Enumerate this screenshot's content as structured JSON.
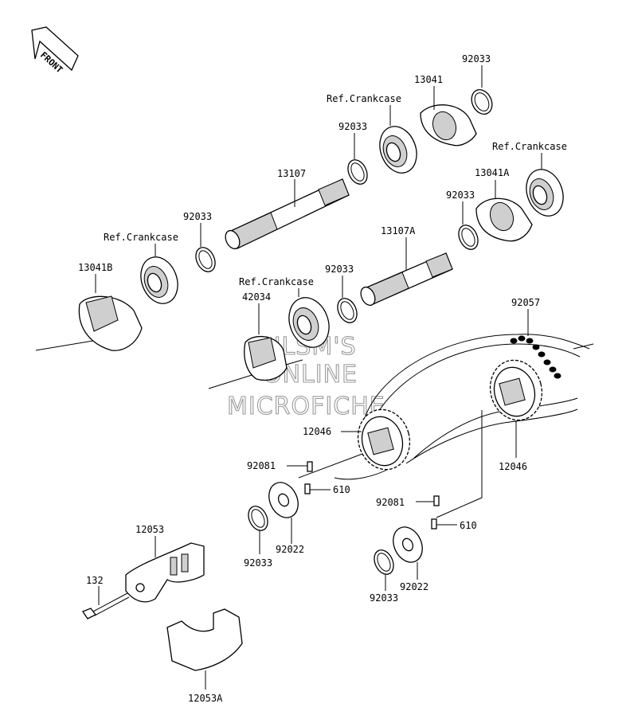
{
  "front_arrow": "FRONT",
  "watermark": {
    "line1": "HLSM'S",
    "line2": "ONLINE",
    "line3": "MICROFICHE"
  },
  "labels": {
    "p92033_top": "92033",
    "p13041": "13041",
    "ref_crankcase_1": "Ref.Crankcase",
    "p92033_b": "92033",
    "ref_crankcase_2": "Ref.Crankcase",
    "p13107": "13107",
    "p13041A": "13041A",
    "p92033_c": "92033",
    "p92033_d": "92033",
    "ref_crankcase_3": "Ref.Crankcase",
    "p13107A": "13107A",
    "p13041B": "13041B",
    "p92033_e": "92033",
    "ref_crankcase_4": "Ref.Crankcase",
    "p42034": "42034",
    "p92057": "92057",
    "p12046_left": "12046",
    "p12046_right": "12046",
    "p92081_left": "92081",
    "p610_left": "610",
    "p92081_right": "92081",
    "p610_right": "610",
    "p92033_f": "92033",
    "p92022_left": "92022",
    "p92022_right": "92022",
    "p92033_g": "92033",
    "p12053": "12053",
    "p132": "132",
    "p12053A": "12053A"
  },
  "icons": {
    "front": "front-arrow-icon",
    "bearing": "ball-bearing-icon",
    "circlip": "circlip-icon",
    "shaft": "splined-shaft-icon",
    "sprocket": "sprocket-icon",
    "chain": "drive-chain-icon",
    "washer": "washer-icon",
    "pin": "dowel-pin-icon",
    "bolt": "bolt-icon",
    "guide": "chain-guide-icon"
  }
}
